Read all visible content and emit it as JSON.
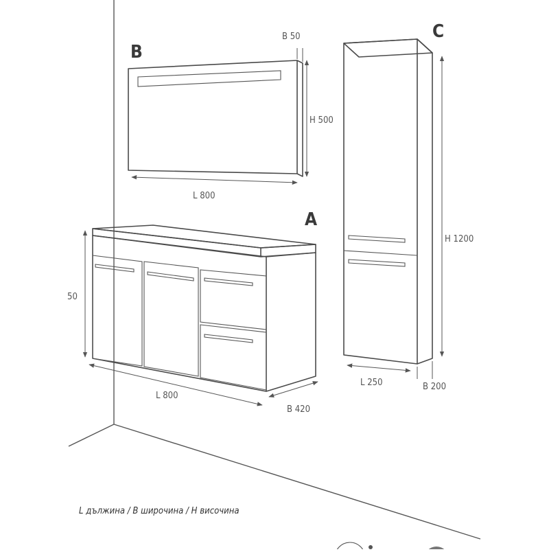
{
  "items": {
    "mirror": {
      "letter": "B",
      "length": "L 800",
      "height": "H 500",
      "depth": "B 50"
    },
    "vanity": {
      "letter": "A",
      "length": "L 800",
      "height": "50",
      "depth": "B 420"
    },
    "tall_cabinet": {
      "letter": "C",
      "length": "L 250",
      "height": "H 1200",
      "depth": "B 200"
    }
  },
  "legend": "L дължина / B широчина / H височина"
}
